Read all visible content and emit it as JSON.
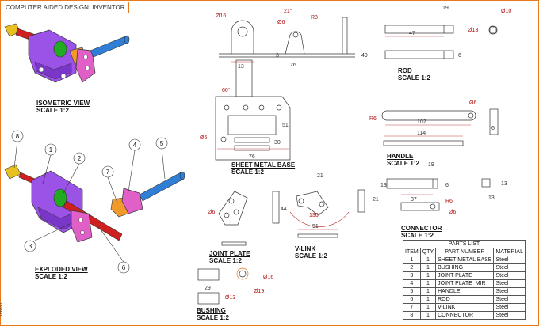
{
  "header": {
    "title": "COMPUTER AIDED DESIGN: INVENTOR"
  },
  "drawing_code": "03630",
  "views": {
    "isometric": {
      "name": "ISOMETRIC VIEW",
      "scale": "SCALE 1:2"
    },
    "exploded": {
      "name": "EXPLODED VIEW",
      "scale": "SCALE 1:2"
    },
    "sheet_metal_base": {
      "name": "SHEET METAL BASE",
      "scale": "SCALE 1:2"
    },
    "rod": {
      "name": "ROD",
      "scale": "SCALE 1:2"
    },
    "handle": {
      "name": "HANDLE",
      "scale": "SCALE 1:2"
    },
    "joint_plate": {
      "name": "JOINT PLATE",
      "scale": "SCALE 1:2"
    },
    "v_link": {
      "name": "V-LINK",
      "scale": "SCALE 1:2"
    },
    "connector": {
      "name": "CONNECTOR",
      "scale": "SCALE 1:2"
    },
    "bushing": {
      "name": "BUSHING",
      "scale": "SCALE 1:2"
    }
  },
  "balloons": [
    "8",
    "1",
    "2",
    "4",
    "5",
    "7",
    "3",
    "6"
  ],
  "dimensions": {
    "base_top_16": "Ø16",
    "base_top_21": "21°",
    "base_top_r8": "R8",
    "base_top_6": "Ø6",
    "base_top_3": "3",
    "base_top_26": "26",
    "base_top_49": "49",
    "base_13": "13",
    "base_60": "60°",
    "base_51": "51",
    "base_6": "Ø6",
    "base_30": "30",
    "base_76": "76",
    "rod_19": "19",
    "rod_10": "Ø10",
    "rod_13": "Ø13",
    "rod_47": "47",
    "rod_6": "6",
    "handle_r6": "R6",
    "handle_6": "Ø6",
    "handle_102": "102",
    "handle_114": "114",
    "handle_6b": "6",
    "jp_6": "Ø6",
    "vl_21": "21",
    "vl_44": "44",
    "vl_136": "136°",
    "vl_51": "51",
    "vl_21b": "21",
    "con_19": "19",
    "con_13": "13",
    "con_6": "6",
    "con_37": "37",
    "con_r6": "R6",
    "con_6b": "Ø6",
    "con_13b": "13",
    "con_13c": "13",
    "bush_29": "29",
    "bush_13": "Ø13",
    "bush_16": "Ø16",
    "bush_19": "Ø19"
  },
  "parts_list": {
    "title": "PARTS LIST",
    "headers": [
      "ITEM",
      "QTY",
      "PART NUMBER",
      "MATERIAL"
    ],
    "rows": [
      [
        "1",
        "1",
        "SHEET METAL BASE",
        "Steel"
      ],
      [
        "2",
        "1",
        "BUSHING",
        "Steel"
      ],
      [
        "3",
        "1",
        "JOINT PLATE",
        "Steel"
      ],
      [
        "4",
        "1",
        "JOINT PLATE_MIR",
        "Steel"
      ],
      [
        "5",
        "1",
        "HANDLE",
        "Steel"
      ],
      [
        "6",
        "1",
        "ROD",
        "Steel"
      ],
      [
        "7",
        "1",
        "V-LINK",
        "Steel"
      ],
      [
        "8",
        "1",
        "CONNECTOR",
        "Steel"
      ]
    ]
  },
  "colors": {
    "frame": "#e87a1e",
    "purple": "#9b52e6",
    "pink": "#e060c8",
    "red": "#d01f1f",
    "orange": "#ef9a2a",
    "blue": "#2f7fd6",
    "green": "#22aa22",
    "yellow": "#e8c020",
    "dim": "#b01010"
  }
}
